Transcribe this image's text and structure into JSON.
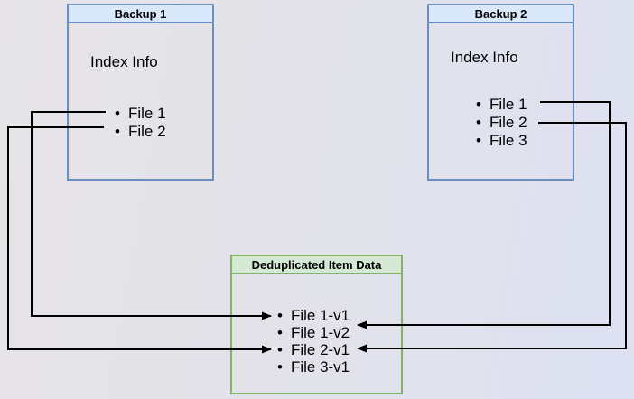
{
  "diagram": {
    "backup1": {
      "title": "Backup 1",
      "body_label": "Index Info",
      "items": [
        "File 1",
        "File 2"
      ]
    },
    "backup2": {
      "title": "Backup 2",
      "body_label": "Index Info",
      "items": [
        "File 1",
        "File 2",
        "File 3"
      ]
    },
    "dedup": {
      "title": "Deduplicated Item Data",
      "items": [
        "File 1-v1",
        "File 1-v2",
        "File 2-v1",
        "File 3-v1"
      ]
    },
    "connections": [
      {
        "from": "Backup 1 > File 1",
        "to": "Deduplicated Item Data > File 1-v1"
      },
      {
        "from": "Backup 1 > File 2",
        "to": "Deduplicated Item Data > File 2-v1"
      },
      {
        "from": "Backup 2 > File 1",
        "to": "Deduplicated Item Data > File 1-v2"
      },
      {
        "from": "Backup 2 > File 2",
        "to": "Deduplicated Item Data > File 2-v1"
      }
    ],
    "colors": {
      "blue_box_border": "#6c8ebf",
      "blue_box_header_fill": "#dae8fc",
      "green_box_border": "#82b366",
      "green_box_header_fill": "#d5e8d4",
      "connector": "#000000",
      "background_left": "#e7e5e7",
      "background_right": "#dde1f2"
    }
  }
}
